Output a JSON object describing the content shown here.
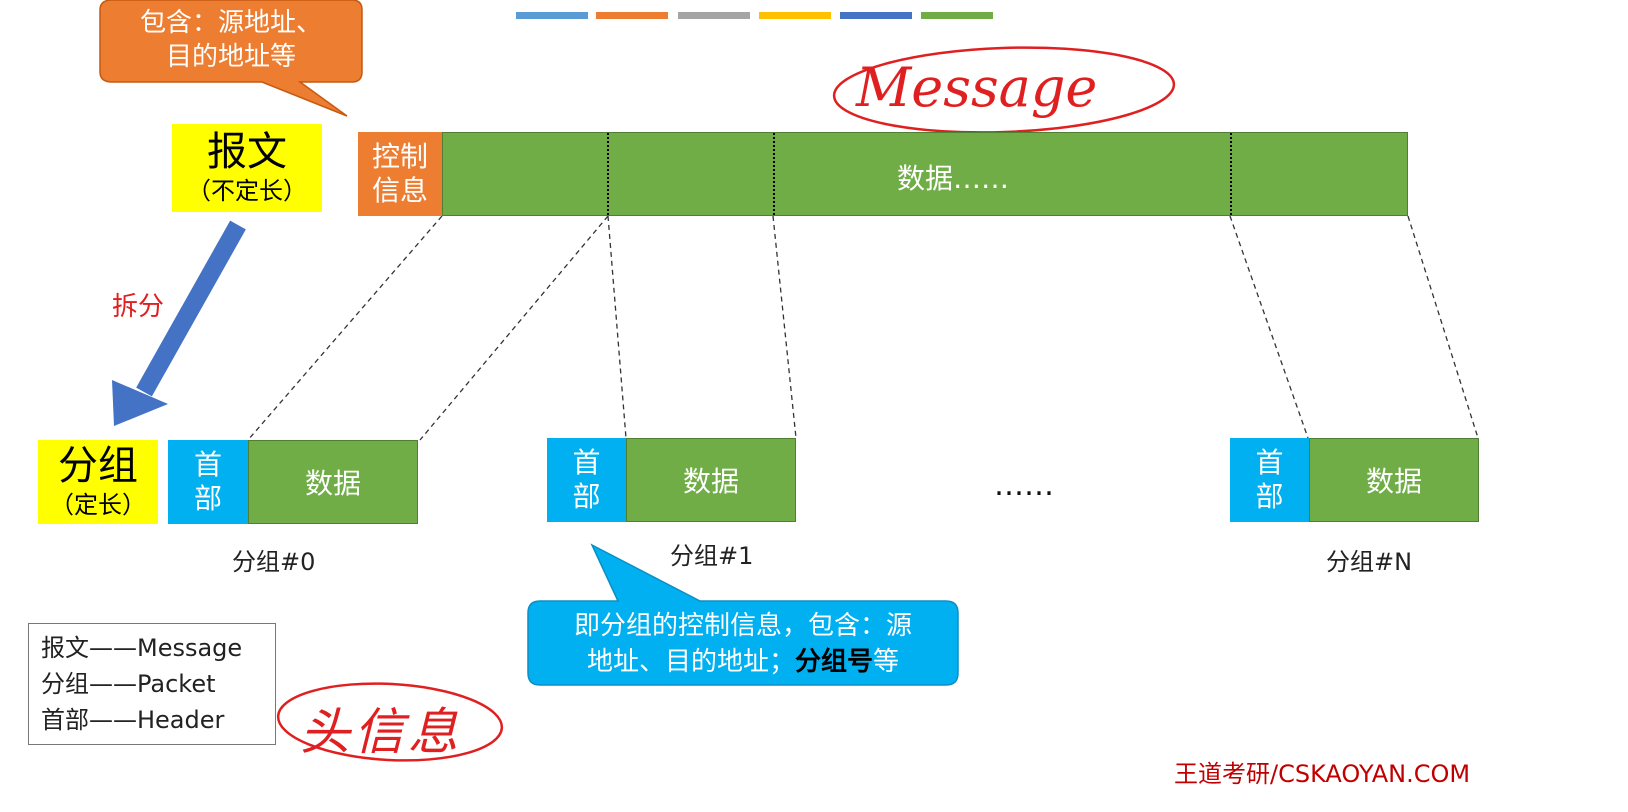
{
  "colors": {
    "strip": [
      "#5b9bd5",
      "#ed7d31",
      "#a5a5a5",
      "#ffc000",
      "#4472c4",
      "#70ad47"
    ],
    "green": "#70ad47",
    "blue": "#00b0f0",
    "orange": "#ed7d31",
    "highlight": "#ffff00",
    "red": "#e02020",
    "arrow": "#4472c4"
  },
  "callout_top": {
    "line1": "包含：源地址、",
    "line2": "目的地址等"
  },
  "message": {
    "title": "报文",
    "subtitle": "（不定长）",
    "control_line1": "控制",
    "control_line2": "信息",
    "data_text": "数据……",
    "handwritten": "Message"
  },
  "split_label": "拆分",
  "packet": {
    "title": "分组",
    "subtitle": "（定长）",
    "header_line1": "首",
    "header_line2": "部",
    "data_text": "数据",
    "ellipsis": "……",
    "labels": [
      "分组#0",
      "分组#1",
      "分组#N"
    ]
  },
  "callout_bottom": {
    "line1": "即分组的控制信息，包含：源",
    "line2_plain": "地址、目的地址；",
    "line2_bold": "分组号",
    "line2_end": "等"
  },
  "legend": {
    "lines": [
      "报文——Message",
      "分组——Packet",
      "首部——Header"
    ]
  },
  "handwritten_note": "头信息",
  "watermark": "王道考研/CSKAOYAN.COM"
}
